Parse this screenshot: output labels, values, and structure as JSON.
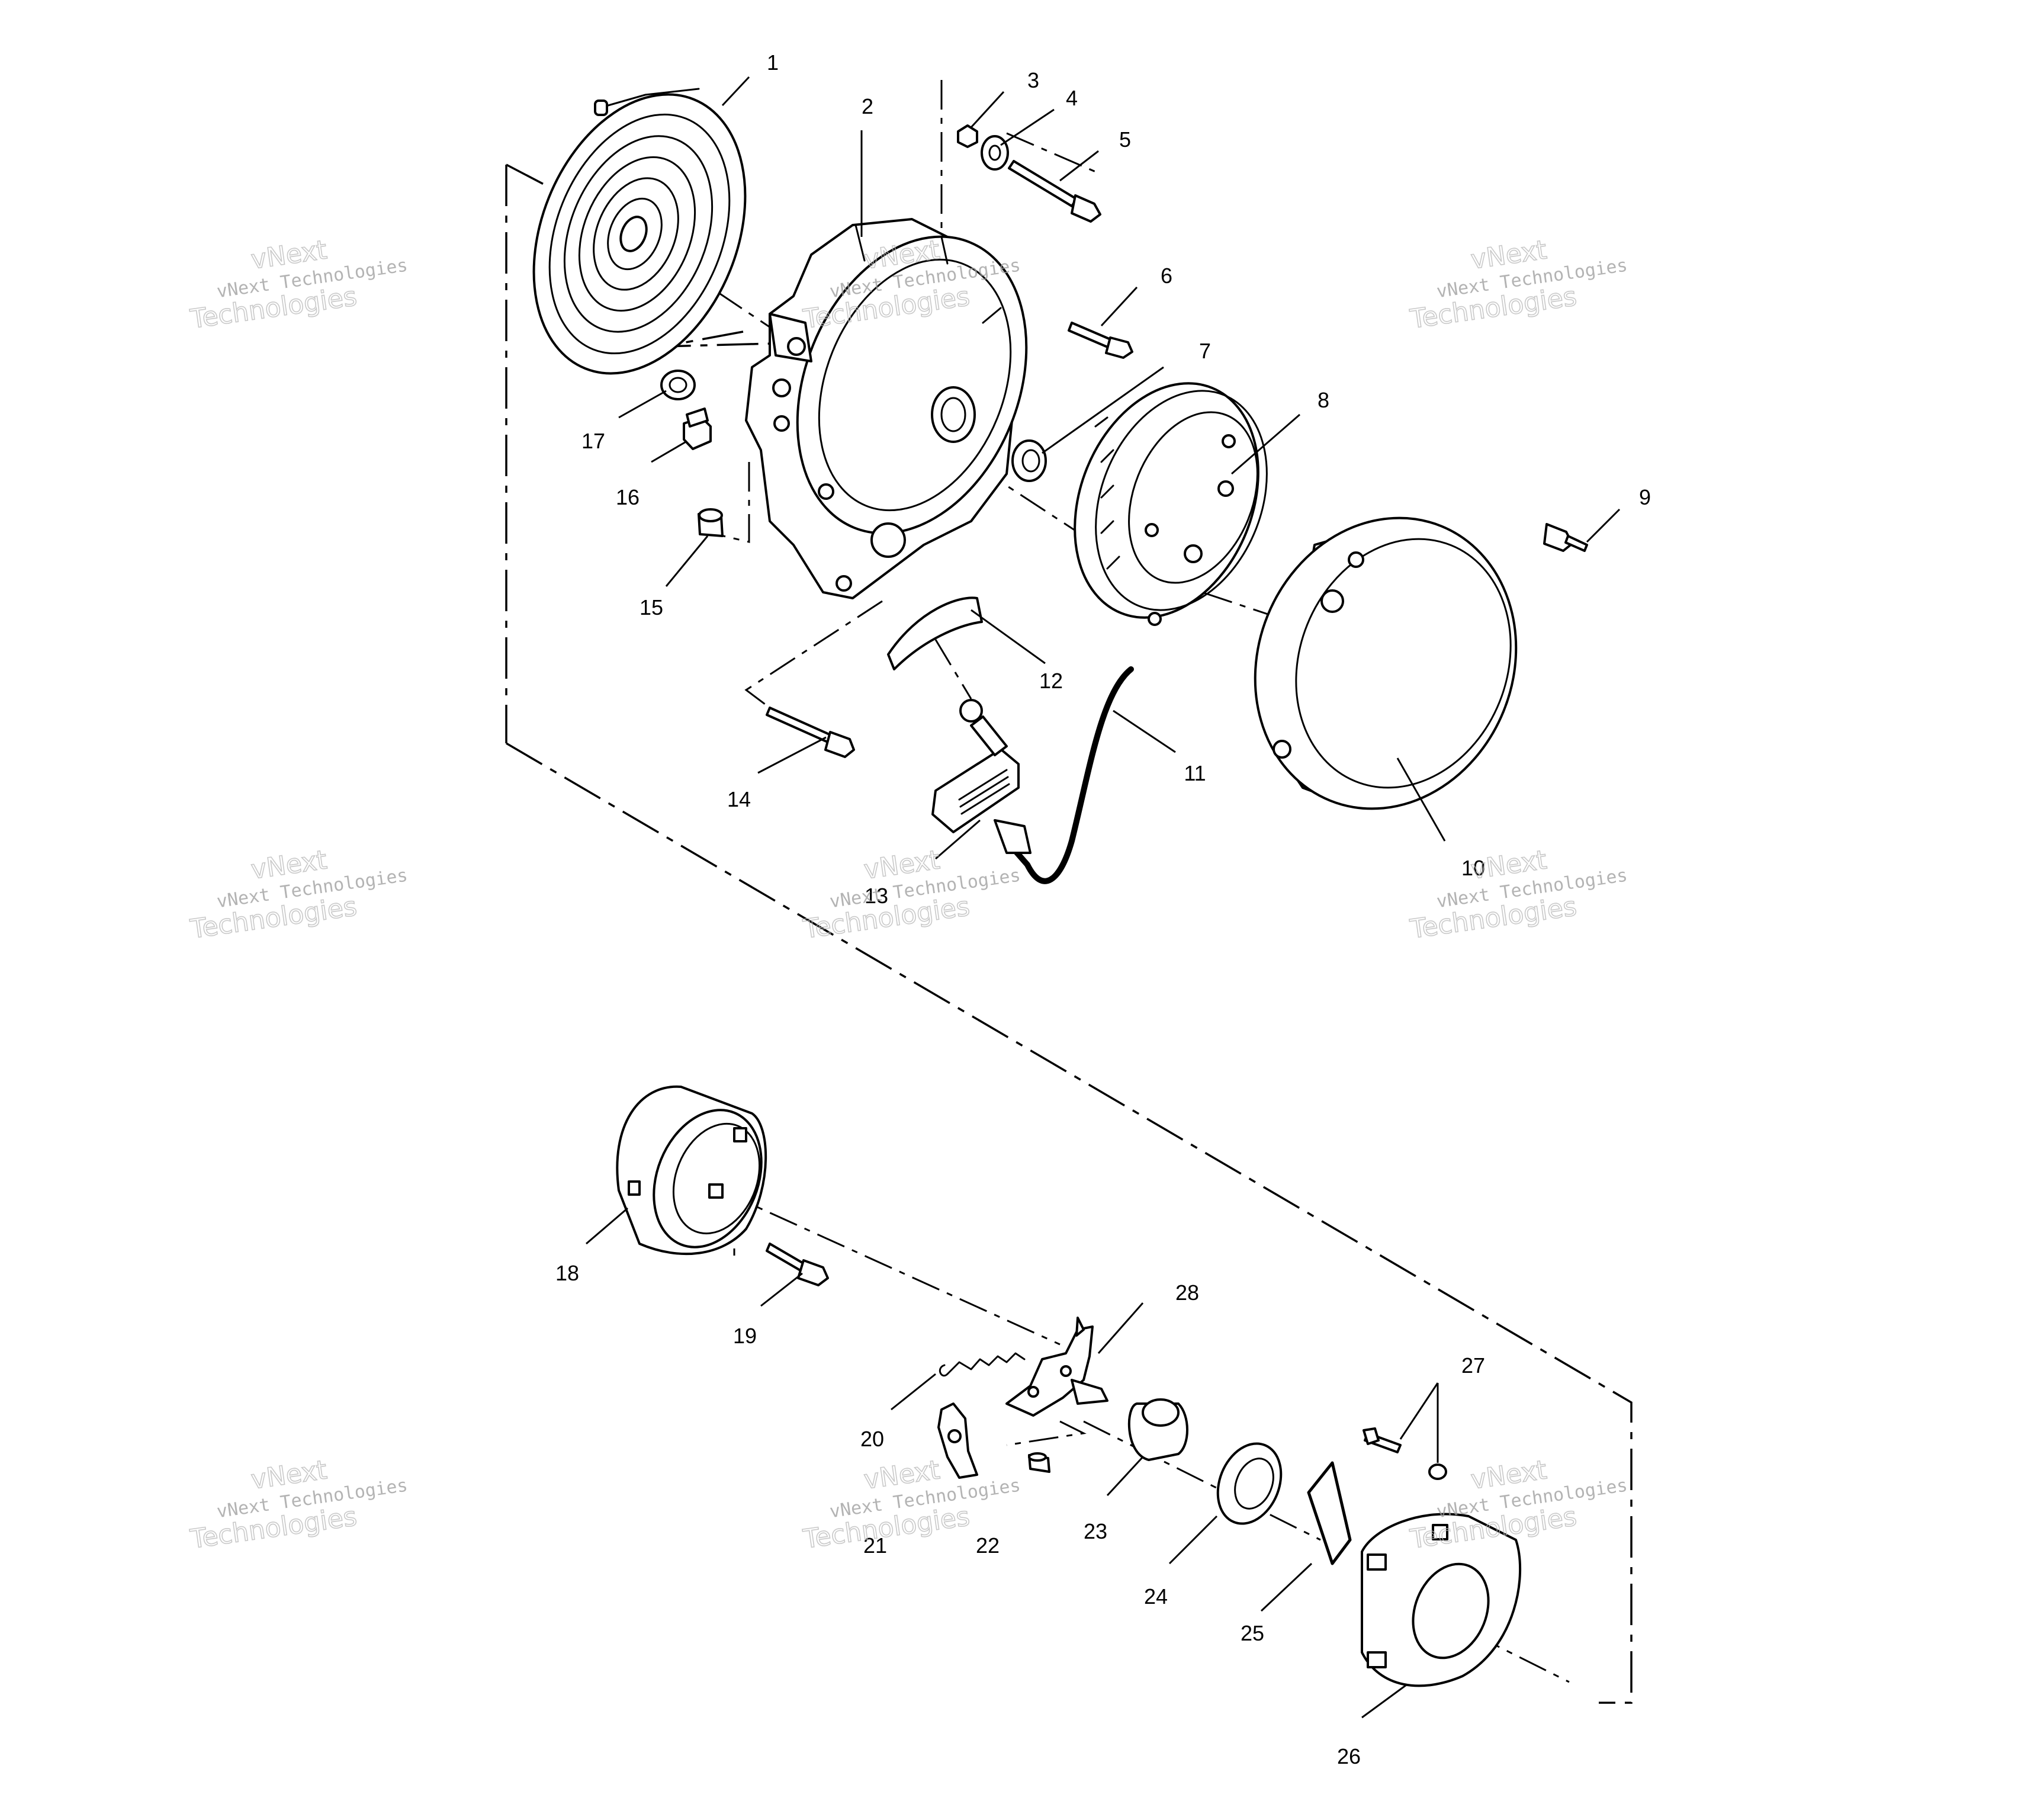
{
  "figure": {
    "callouts": [
      "1",
      "2",
      "3",
      "4",
      "5",
      "6",
      "7",
      "8",
      "9",
      "10",
      "11",
      "12",
      "13",
      "14",
      "15",
      "16",
      "17",
      "18",
      "19",
      "20",
      "21",
      "22",
      "23",
      "24",
      "25",
      "26",
      "27",
      "28"
    ]
  },
  "watermark": {
    "line1": "vNext",
    "line2": "vNext Technologies",
    "line3": "Technologies"
  }
}
